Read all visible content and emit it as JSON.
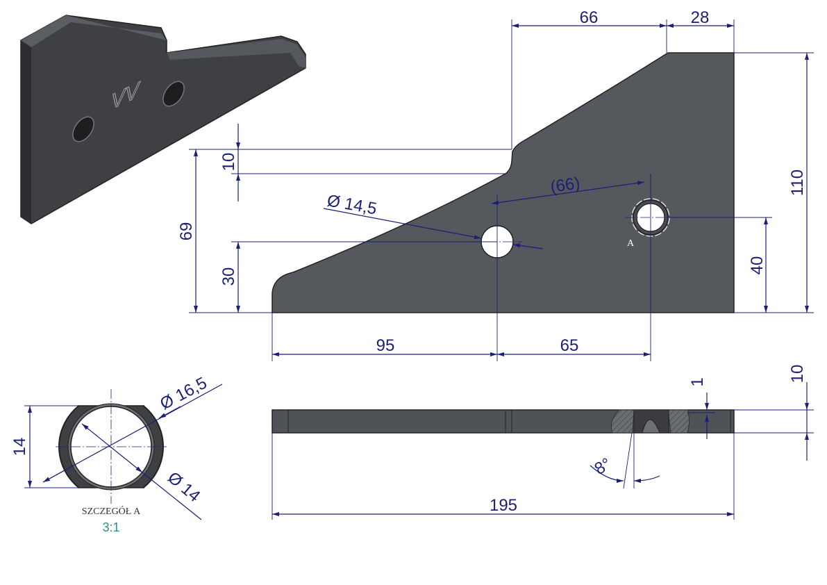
{
  "drawing": {
    "logo_text": "VV",
    "dimensions": {
      "top_width_66": "66",
      "top_width_28": "28",
      "height_110": "110",
      "hole_height_40": "40",
      "step_10": "10",
      "height_69": "69",
      "hole_height_30": "30",
      "hole_x_95": "95",
      "hole_spacing_65": "65",
      "hole_distance_66": "(66)",
      "hole_diameter": "Ø 14,5",
      "length_195": "195",
      "thickness_10": "10",
      "chamfer_1": "1",
      "angle_8": "8°"
    },
    "detail_marker": "A",
    "detail": {
      "title": "SZCZEGÓŁ A",
      "scale": "3:1",
      "flat_14": "14",
      "outer_diameter": "Ø 16,5",
      "inner_diameter": "Ø 14"
    },
    "colors": {
      "dimension": "#1a1f78",
      "part": "#55585d",
      "scale": "#2a8f8a"
    }
  }
}
